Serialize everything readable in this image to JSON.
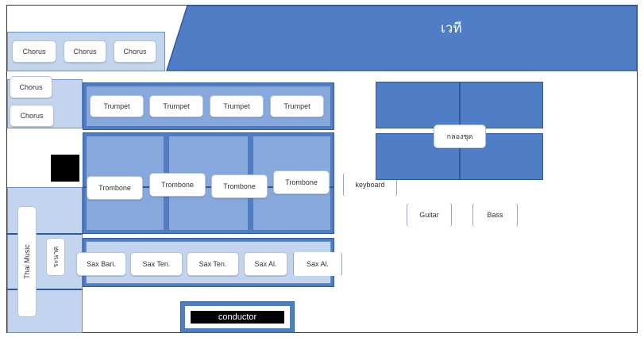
{
  "stage": {
    "label": "เวที"
  },
  "chorus": [
    "Chorus",
    "Chorus",
    "Chorus",
    "Chorus",
    "Chorus"
  ],
  "trumpets": [
    "Trumpet",
    "Trumpet",
    "Trumpet",
    "Trumpet"
  ],
  "trombones": [
    "Trombone",
    "Trombone",
    "Trombone",
    "Trombone"
  ],
  "saxes": [
    "Sax Bari.",
    "Sax Ten.",
    "Sax Ten.",
    "Sax Al.",
    "Sax Al."
  ],
  "keyboard": "keyboard",
  "drums": "กลองชุด",
  "guitar": "Guitar",
  "bass": "Bass",
  "thai_music": "Thai Music",
  "thai_small": "ระนาด",
  "conductor": "conductor",
  "colors": {
    "dark_blue": "#4f7ec6",
    "mid_blue": "#86a8dc",
    "light_blue": "#c3d4ef",
    "black": "#000000"
  }
}
